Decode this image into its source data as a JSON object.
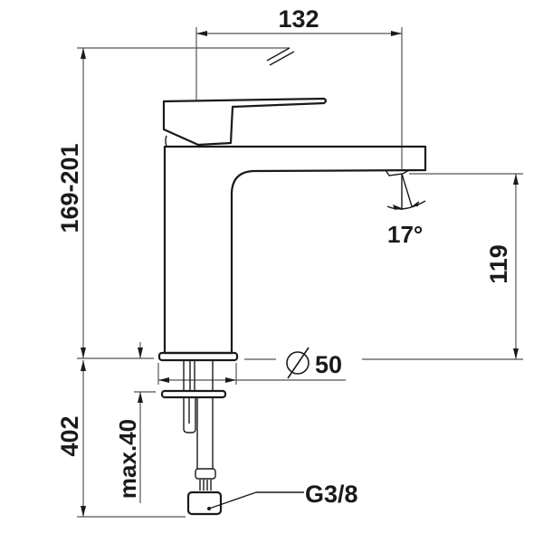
{
  "drawing": {
    "subject": "Single-lever basin mixer, technical dimension drawing",
    "units": "mm",
    "dimensions": {
      "spout_reach": "132",
      "overall_height": "169-201",
      "spout_height": "119",
      "base_diameter_symbol": "∅",
      "base_diameter": "50",
      "spout_angle": "17°",
      "hose_length": "402",
      "max_countertop_thickness": "max.40",
      "connection_thread": "G3/8"
    }
  }
}
